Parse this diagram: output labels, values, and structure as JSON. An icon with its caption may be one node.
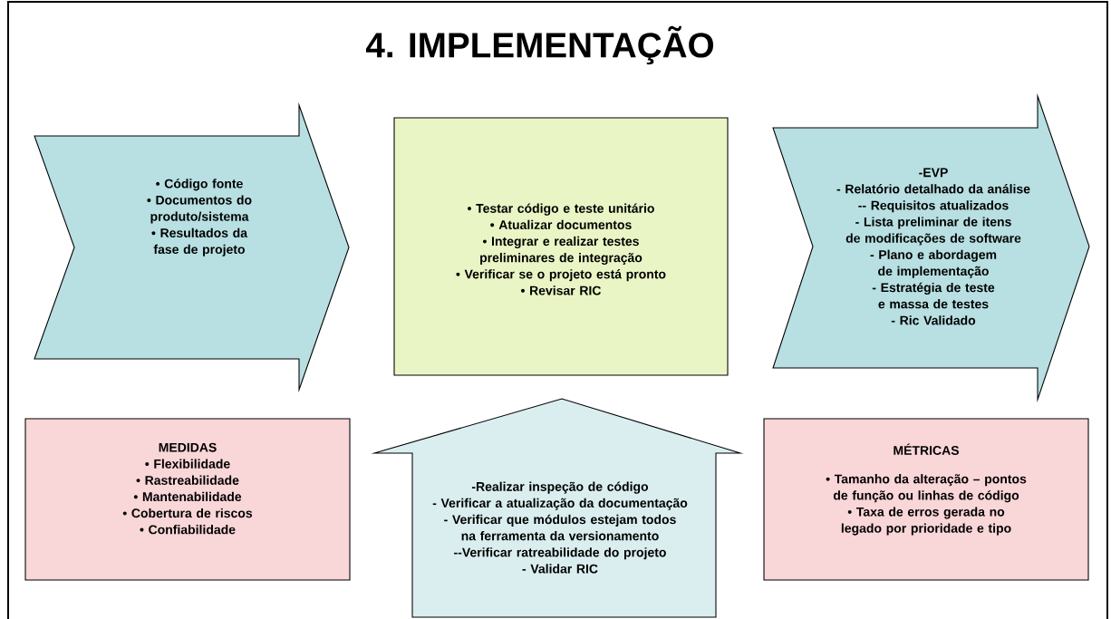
{
  "diagram": {
    "title": "4. IMPLEMENTAÇÃO",
    "nodes": [
      {
        "text": [
          "• Código fonte",
          "• Documentos do produto/sistema",
          "• Resultados da fase de projeto"
        ]
      },
      {
        "text": [
          "• Testar código e teste unitário",
          "• Atualizar documentos",
          "• Integrar e realizar testes preliminares de integração",
          "• Verificar se o projeto está pronto",
          "• Revisar RIC"
        ]
      },
      {
        "text": [
          "-EVP",
          "- Relatório detalhado da análise",
          "-- Requisitos atualizados",
          "- Lista preliminar de itens de modificações de software",
          "- Plano e abordagem de implementação",
          "- Estratégia de teste e massa de testes",
          "- Ric Validado"
        ]
      },
      {
        "text": [
          "MEDIDAS",
          "• Flexibilidade",
          "• Rastreabilidade",
          "• Mantenabilidade",
          "• Cobertura de riscos",
          "• Confiabilidade"
        ]
      },
      {
        "text": [
          "-Realizar inspeção de código",
          "- Verificar a atualização da documentação",
          "- Verificar que módulos estejam todos na ferramenta da versionamento",
          "--Verificar ratreabilidade do projeto",
          "- Validar RIC"
        ]
      },
      {
        "text": [
          "MÉTRICAS",
          "• Tamanho da alteração – pontos de função ou linhas de código",
          "• Taxa de erros gerada no legado por prioridade e tipo"
        ]
      }
    ]
  }
}
